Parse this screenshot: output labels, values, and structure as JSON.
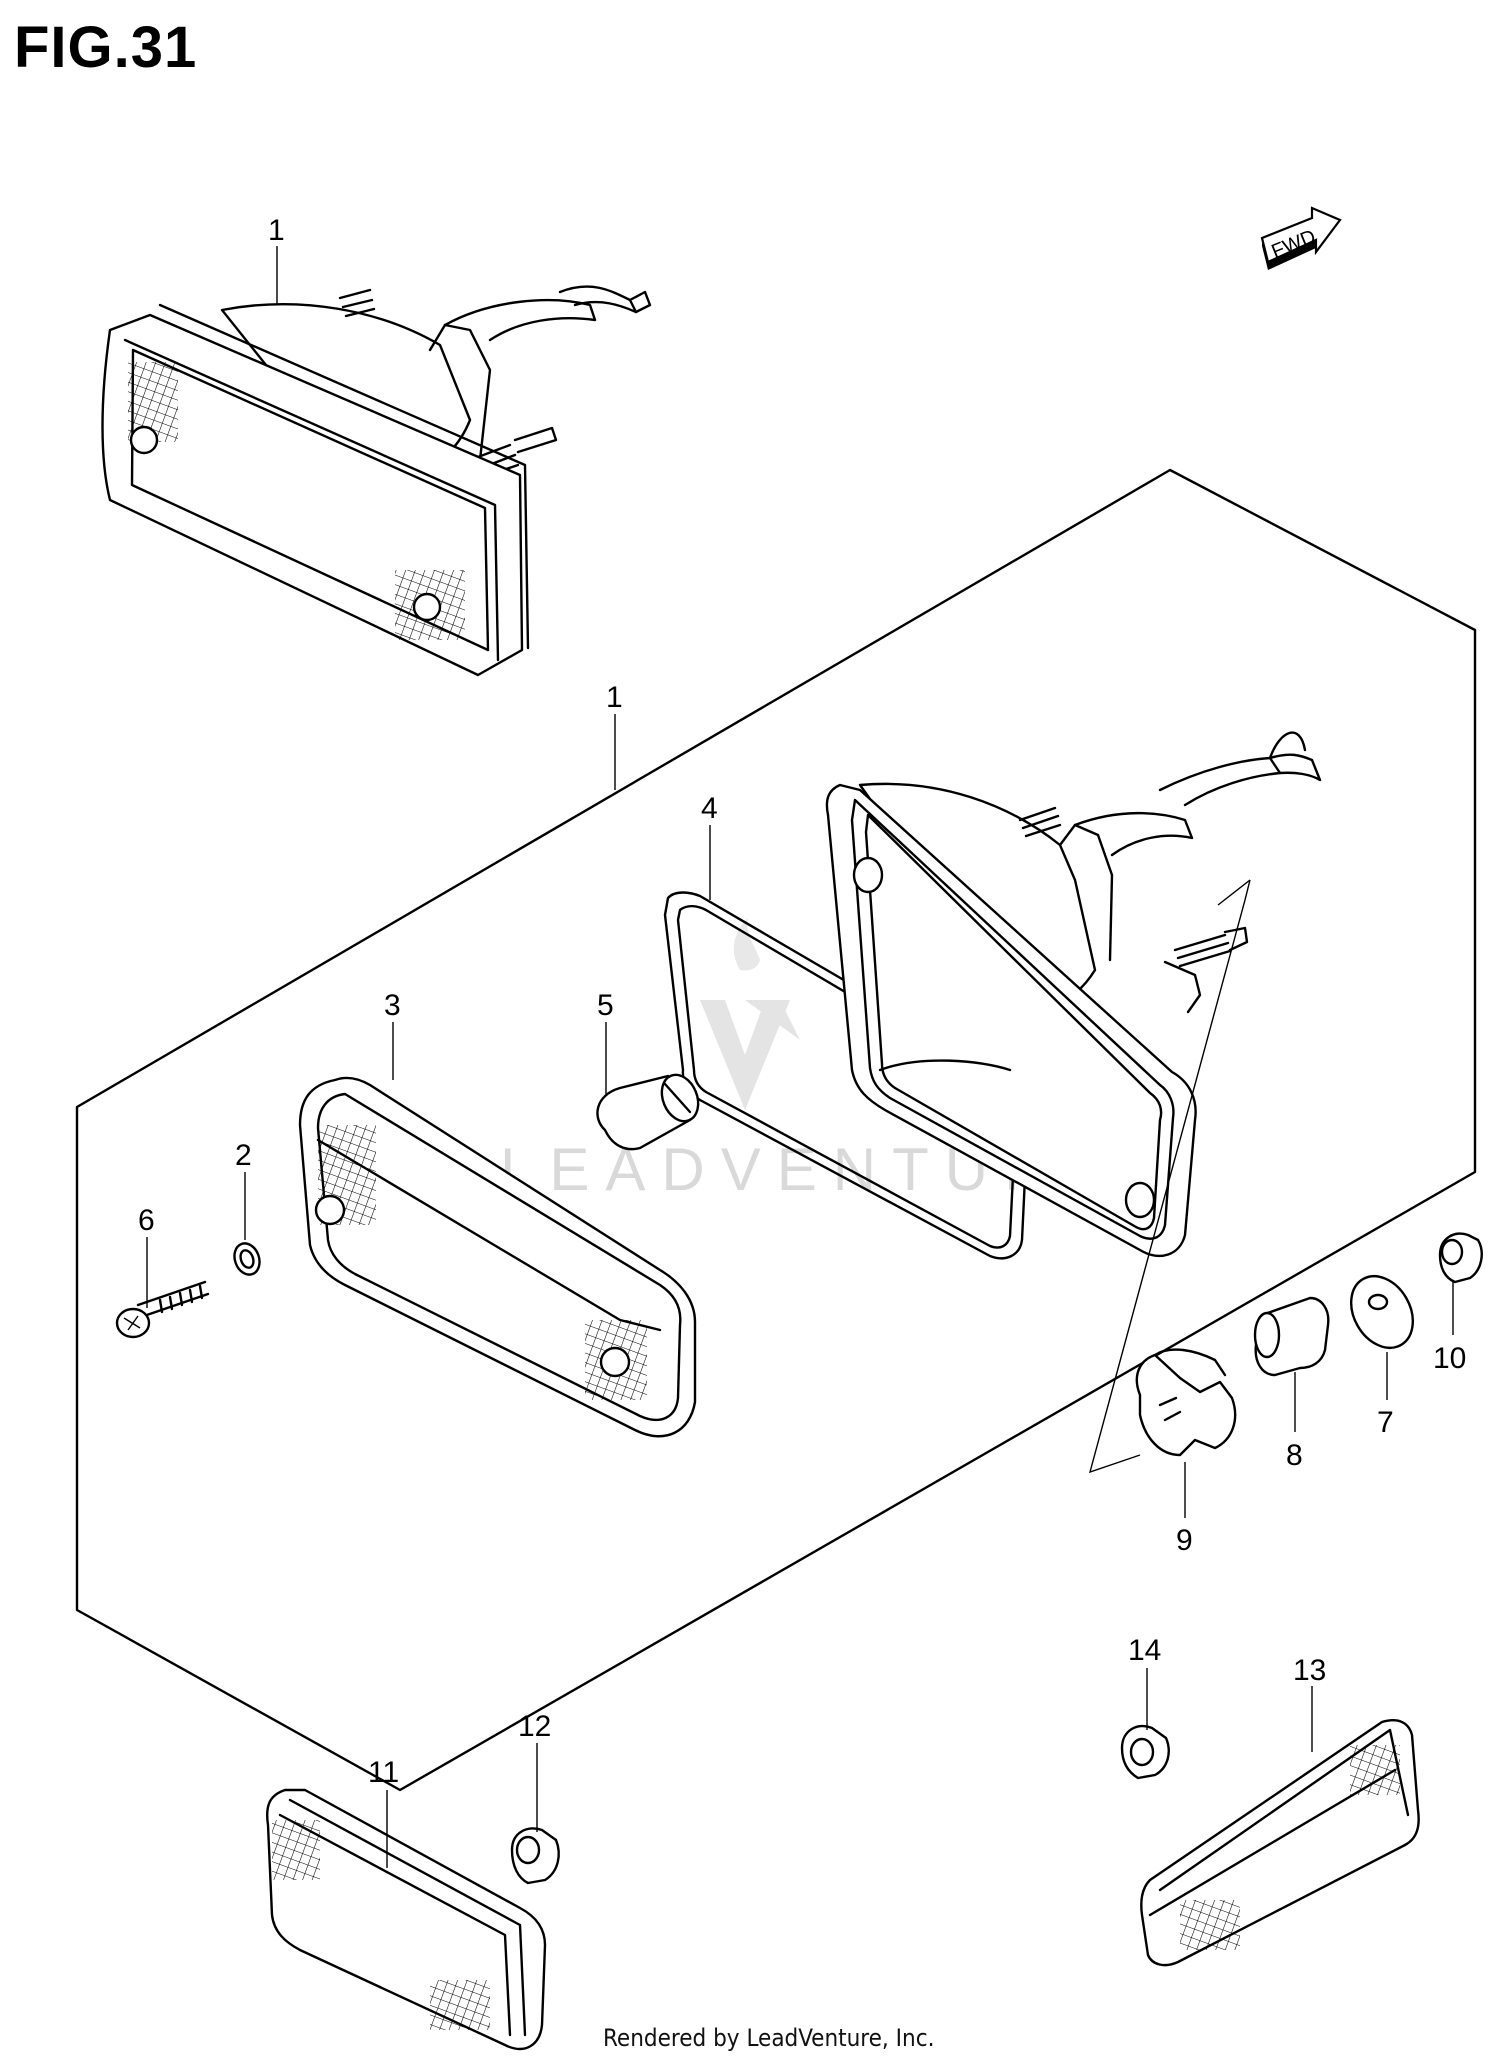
{
  "figure": {
    "title": "FIG.31"
  },
  "fwd_label": "FWD",
  "watermark": "LEADVENTURE",
  "footer": "Rendered by LeadVenture, Inc.",
  "callouts": [
    {
      "id": "c1a",
      "label": "1"
    },
    {
      "id": "c1b",
      "label": "1"
    },
    {
      "id": "c2",
      "label": "2"
    },
    {
      "id": "c3",
      "label": "3"
    },
    {
      "id": "c4",
      "label": "4"
    },
    {
      "id": "c5",
      "label": "5"
    },
    {
      "id": "c6",
      "label": "6"
    },
    {
      "id": "c7",
      "label": "7"
    },
    {
      "id": "c8",
      "label": "8"
    },
    {
      "id": "c9",
      "label": "9"
    },
    {
      "id": "c10",
      "label": "10"
    },
    {
      "id": "c11",
      "label": "11"
    },
    {
      "id": "c12",
      "label": "12"
    },
    {
      "id": "c13",
      "label": "13"
    },
    {
      "id": "c14",
      "label": "14"
    }
  ]
}
